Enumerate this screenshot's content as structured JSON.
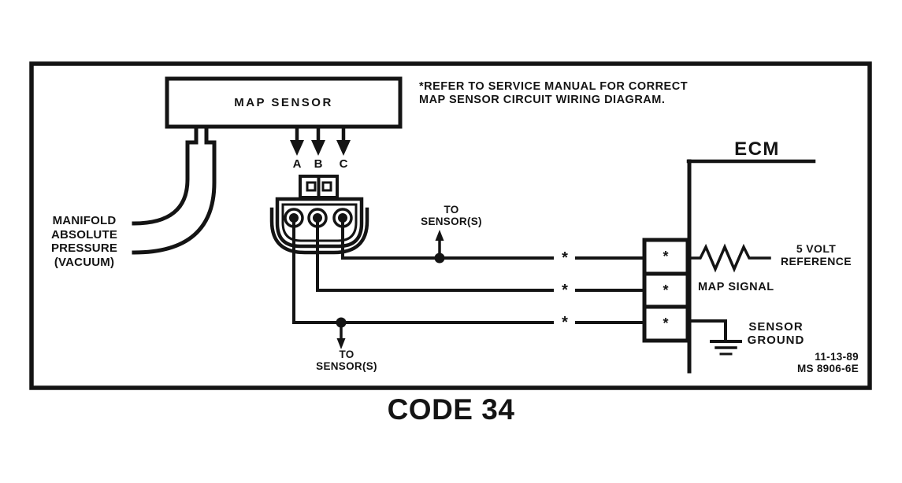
{
  "title": "CODE 34",
  "colors": {
    "ink": "#141414",
    "paper": "#ffffff"
  },
  "map_sensor": {
    "label": "MAP SENSOR"
  },
  "note": {
    "line1": "*REFER TO SERVICE MANUAL FOR CORRECT",
    "line2": "MAP SENSOR CIRCUIT WIRING DIAGRAM."
  },
  "manifold": {
    "line1": "MANIFOLD",
    "line2": "ABSOLUTE",
    "line3": "PRESSURE",
    "line4": "(VACUUM)"
  },
  "pins": {
    "a": "A",
    "b": "B",
    "c": "C"
  },
  "to_sensors_top": {
    "line1": "TO",
    "line2": "SENSOR(S)"
  },
  "to_sensors_bottom": {
    "line1": "TO",
    "line2": "SENSOR(S)"
  },
  "splice_marker": "*",
  "ecm": {
    "label": "ECM",
    "terminal_marker": "*",
    "five_volt": {
      "line1": "5 VOLT",
      "line2": "REFERENCE"
    },
    "map_signal": "MAP SIGNAL",
    "sensor_ground": {
      "line1": "SENSOR",
      "line2": "GROUND"
    }
  },
  "footer": {
    "date": "11-13-89",
    "doc_number": "MS 8906-6E"
  }
}
